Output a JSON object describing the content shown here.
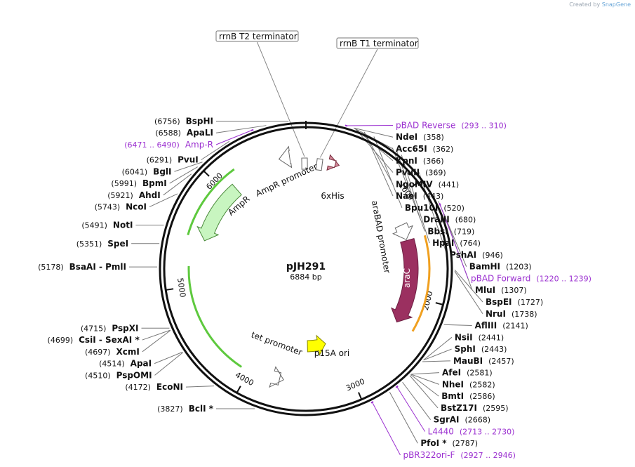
{
  "watermark": {
    "prefix": "Created by",
    "brand": "SnapGene"
  },
  "plasmid": {
    "name": "pJH291",
    "size_label": "6884 bp",
    "length": 6884
  },
  "colors": {
    "ring": "#111111",
    "enzyme_line": "#777777",
    "primer": "#9b30d0",
    "ampr": "#c8f5c0",
    "arac": "#9b3060",
    "p15a": "#ffff00",
    "tet_arc": "#5ec93e",
    "amp_arc": "#5ec93e",
    "arac_arc": "#f0a020"
  },
  "ticks": [
    {
      "label": "1000",
      "pos": 1000
    },
    {
      "label": "2000",
      "pos": 2000
    },
    {
      "label": "3000",
      "pos": 3000
    },
    {
      "label": "4000",
      "pos": 4000
    },
    {
      "label": "5000",
      "pos": 5000
    },
    {
      "label": "6000",
      "pos": 6000
    }
  ],
  "enzymes": [
    {
      "name": "BspHI",
      "loc": "(6756)",
      "pos": 6756,
      "side": "L"
    },
    {
      "name": "ApaLI",
      "loc": "(6588)",
      "pos": 6588,
      "side": "L"
    },
    {
      "name": "PvuI",
      "loc": "(6291)",
      "pos": 6291,
      "side": "L"
    },
    {
      "name": "BglI",
      "loc": "(6041)",
      "pos": 6041,
      "side": "L"
    },
    {
      "name": "BpmI",
      "loc": "(5991)",
      "pos": 5991,
      "side": "L"
    },
    {
      "name": "AhdI",
      "loc": "(5921)",
      "pos": 5921,
      "side": "L"
    },
    {
      "name": "NcoI",
      "loc": "(5743)",
      "pos": 5743,
      "side": "L"
    },
    {
      "name": "NotI",
      "loc": "(5491)",
      "pos": 5491,
      "side": "L"
    },
    {
      "name": "SpeI",
      "loc": "(5351)",
      "pos": 5351,
      "side": "L"
    },
    {
      "name": "BsaAI - PmlI",
      "loc": "(5178)",
      "pos": 5178,
      "side": "L"
    },
    {
      "name": "PspXI",
      "loc": "(4715)",
      "pos": 4715,
      "side": "L"
    },
    {
      "name": "CsiI - SexAI *",
      "loc": "(4699)",
      "pos": 4699,
      "side": "L"
    },
    {
      "name": "XcmI",
      "loc": "(4697)",
      "pos": 4697,
      "side": "L"
    },
    {
      "name": "ApaI",
      "loc": "(4514)",
      "pos": 4514,
      "side": "L"
    },
    {
      "name": "PspOMI",
      "loc": "(4510)",
      "pos": 4510,
      "side": "L"
    },
    {
      "name": "EcoNI",
      "loc": "(4172)",
      "pos": 4172,
      "side": "L"
    },
    {
      "name": "BclI *",
      "loc": "(3827)",
      "pos": 3827,
      "side": "L"
    },
    {
      "name": "NdeI",
      "loc": "(358)",
      "pos": 358,
      "side": "R"
    },
    {
      "name": "Acc65I",
      "loc": "(362)",
      "pos": 362,
      "side": "R"
    },
    {
      "name": "KpnI",
      "loc": "(366)",
      "pos": 366,
      "side": "R"
    },
    {
      "name": "PvuII",
      "loc": "(369)",
      "pos": 369,
      "side": "R"
    },
    {
      "name": "NgoMIV",
      "loc": "(441)",
      "pos": 441,
      "side": "R"
    },
    {
      "name": "NaeI",
      "loc": "(443)",
      "pos": 443,
      "side": "R"
    },
    {
      "name": "Bpu10I",
      "loc": "(520)",
      "pos": 520,
      "side": "R"
    },
    {
      "name": "DraIII",
      "loc": "(680)",
      "pos": 680,
      "side": "R"
    },
    {
      "name": "BbsI",
      "loc": "(719)",
      "pos": 719,
      "side": "R"
    },
    {
      "name": "HpaI",
      "loc": "(764)",
      "pos": 764,
      "side": "R"
    },
    {
      "name": "PshAI",
      "loc": "(946)",
      "pos": 946,
      "side": "R"
    },
    {
      "name": "BamHI",
      "loc": "(1203)",
      "pos": 1203,
      "side": "R"
    },
    {
      "name": "MluI",
      "loc": "(1307)",
      "pos": 1307,
      "side": "R"
    },
    {
      "name": "BspEI",
      "loc": "(1727)",
      "pos": 1727,
      "side": "R"
    },
    {
      "name": "NruI",
      "loc": "(1738)",
      "pos": 1738,
      "side": "R"
    },
    {
      "name": "AflIII",
      "loc": "(2141)",
      "pos": 2141,
      "side": "R"
    },
    {
      "name": "NsiI",
      "loc": "(2441)",
      "pos": 2441,
      "side": "R"
    },
    {
      "name": "SphI",
      "loc": "(2443)",
      "pos": 2443,
      "side": "R"
    },
    {
      "name": "MauBI",
      "loc": "(2457)",
      "pos": 2457,
      "side": "R"
    },
    {
      "name": "AfeI",
      "loc": "(2581)",
      "pos": 2581,
      "side": "R"
    },
    {
      "name": "NheI",
      "loc": "(2582)",
      "pos": 2582,
      "side": "R"
    },
    {
      "name": "BmtI",
      "loc": "(2586)",
      "pos": 2586,
      "side": "R"
    },
    {
      "name": "BstZ17I",
      "loc": "(2595)",
      "pos": 2595,
      "side": "R"
    },
    {
      "name": "SgrAI",
      "loc": "(2668)",
      "pos": 2668,
      "side": "R"
    },
    {
      "name": "PfoI *",
      "loc": "(2787)",
      "pos": 2787,
      "side": "R"
    }
  ],
  "primers": [
    {
      "name": "pBAD Reverse",
      "range": "(293 .. 310)",
      "pos": 301
    },
    {
      "name": "pBAD Forward",
      "range": "(1220 .. 1239)",
      "pos": 1229
    },
    {
      "name": "L4440",
      "range": "(2713 .. 2730)",
      "pos": 2721
    },
    {
      "name": "pBR322ori-F",
      "range": "(2927 .. 2946)",
      "pos": 2936
    },
    {
      "name": "Amp-R",
      "range": "(6471 .. 6490)",
      "pos": 6480
    }
  ],
  "terminators": [
    {
      "name": "rrnB T2 terminator",
      "pos": 6870
    },
    {
      "name": "rrnB T1 terminator",
      "pos": 140
    }
  ],
  "features": [
    {
      "name": "araC",
      "kind": "cds",
      "start": 1420,
      "end": 2300
    },
    {
      "name": "araBAD promoter",
      "kind": "promoter",
      "start": 1250,
      "end": 1410
    },
    {
      "name": "AmpR",
      "kind": "cds",
      "start": 6100,
      "end": 5460
    },
    {
      "name": "AmpR promoter",
      "kind": "promoter",
      "start": 6725,
      "end": 6620
    },
    {
      "name": "6xHis",
      "kind": "tag",
      "start": 300,
      "end": 340
    },
    {
      "name": "p15A ori",
      "kind": "origin",
      "start": 3620,
      "end": 3180
    },
    {
      "name": "tet promoter",
      "kind": "promoter",
      "start": 3700,
      "end": 3660
    }
  ]
}
